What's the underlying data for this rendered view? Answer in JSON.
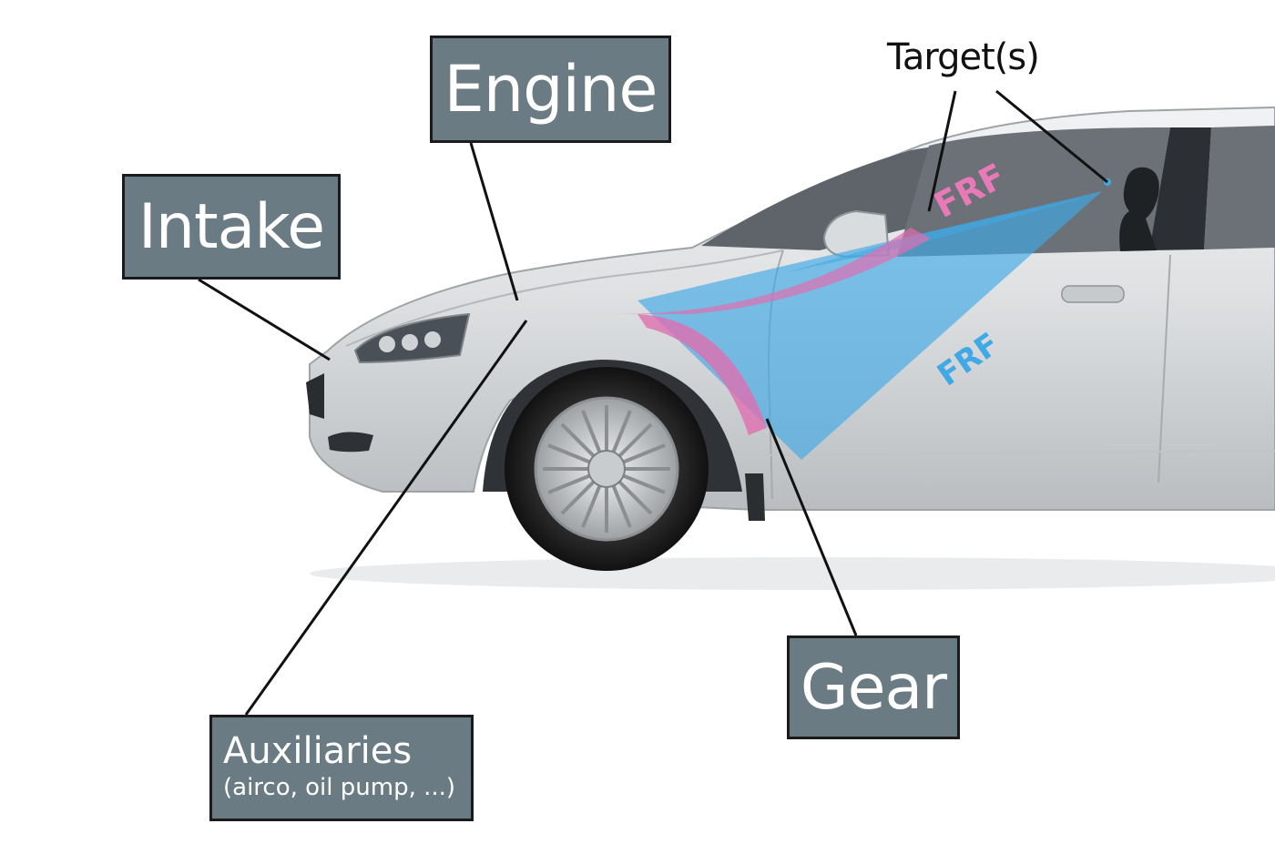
{
  "labels": {
    "engine": "Engine",
    "intake": "Intake",
    "gear": "Gear",
    "auxiliaries": "Auxiliaries",
    "auxiliaries_detail": "(airco, oil pump, ...)",
    "targets": "Target(s)"
  },
  "paths": {
    "window_label": "FRF",
    "door_label": "FRF"
  },
  "colors": {
    "label_box": "#6a7b83",
    "box_border": "#1b1b1b",
    "path_blue": "#3fa9e6",
    "path_pink": "#de6fb0",
    "car_body": "#d8dbdd"
  }
}
